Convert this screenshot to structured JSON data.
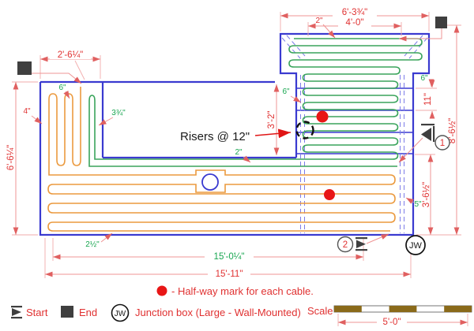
{
  "colors": {
    "wall_blue": "#3a3ad0",
    "cable1_green": "#3aa45c",
    "cable2_orange": "#eb9a3f",
    "dim_red_text": "#e03131",
    "dim_green_text": "#18a650",
    "marker_dark": "#3f3f3f",
    "halfway_dot_red": "#e81616",
    "scale_gold": "#8a6a1a"
  },
  "dims": {
    "top_width": "6'-3¾\"",
    "landing_width": "4'-0\"",
    "top_spacing": "2\"",
    "left_box_width": "2'-6¼\"",
    "left_box_spacing": "6\"",
    "left_offset": "4\"",
    "green_offset": "3¾\"",
    "left_height": "6'-6¼\"",
    "mid_height": "3'-2\"",
    "stair_spacing": "6\"",
    "right_spacing": "6\"",
    "riser_depth": "11\"",
    "right_height": "8'-6½\"",
    "lower_right_height": "3'-6½\"",
    "right_gap": "5\"",
    "mid_spacing": "2\"",
    "bottom_offset": "2½\"",
    "heated_width": "15'-0¼\"",
    "overall_width": "15'-11\"",
    "scale_length": "5'-0\""
  },
  "annotations": {
    "risers": "Risers @ 12\"",
    "cable1_number": "1",
    "cable2_number": "2",
    "junction_label": "JW"
  },
  "legend": {
    "halfway_text": "- Half-way mark for each cable.",
    "start_label": "Start",
    "end_label": "End",
    "junction_jw": "JW",
    "junction_text": "Junction box (Large - Wall-Mounted)",
    "scale_label": "Scale"
  }
}
